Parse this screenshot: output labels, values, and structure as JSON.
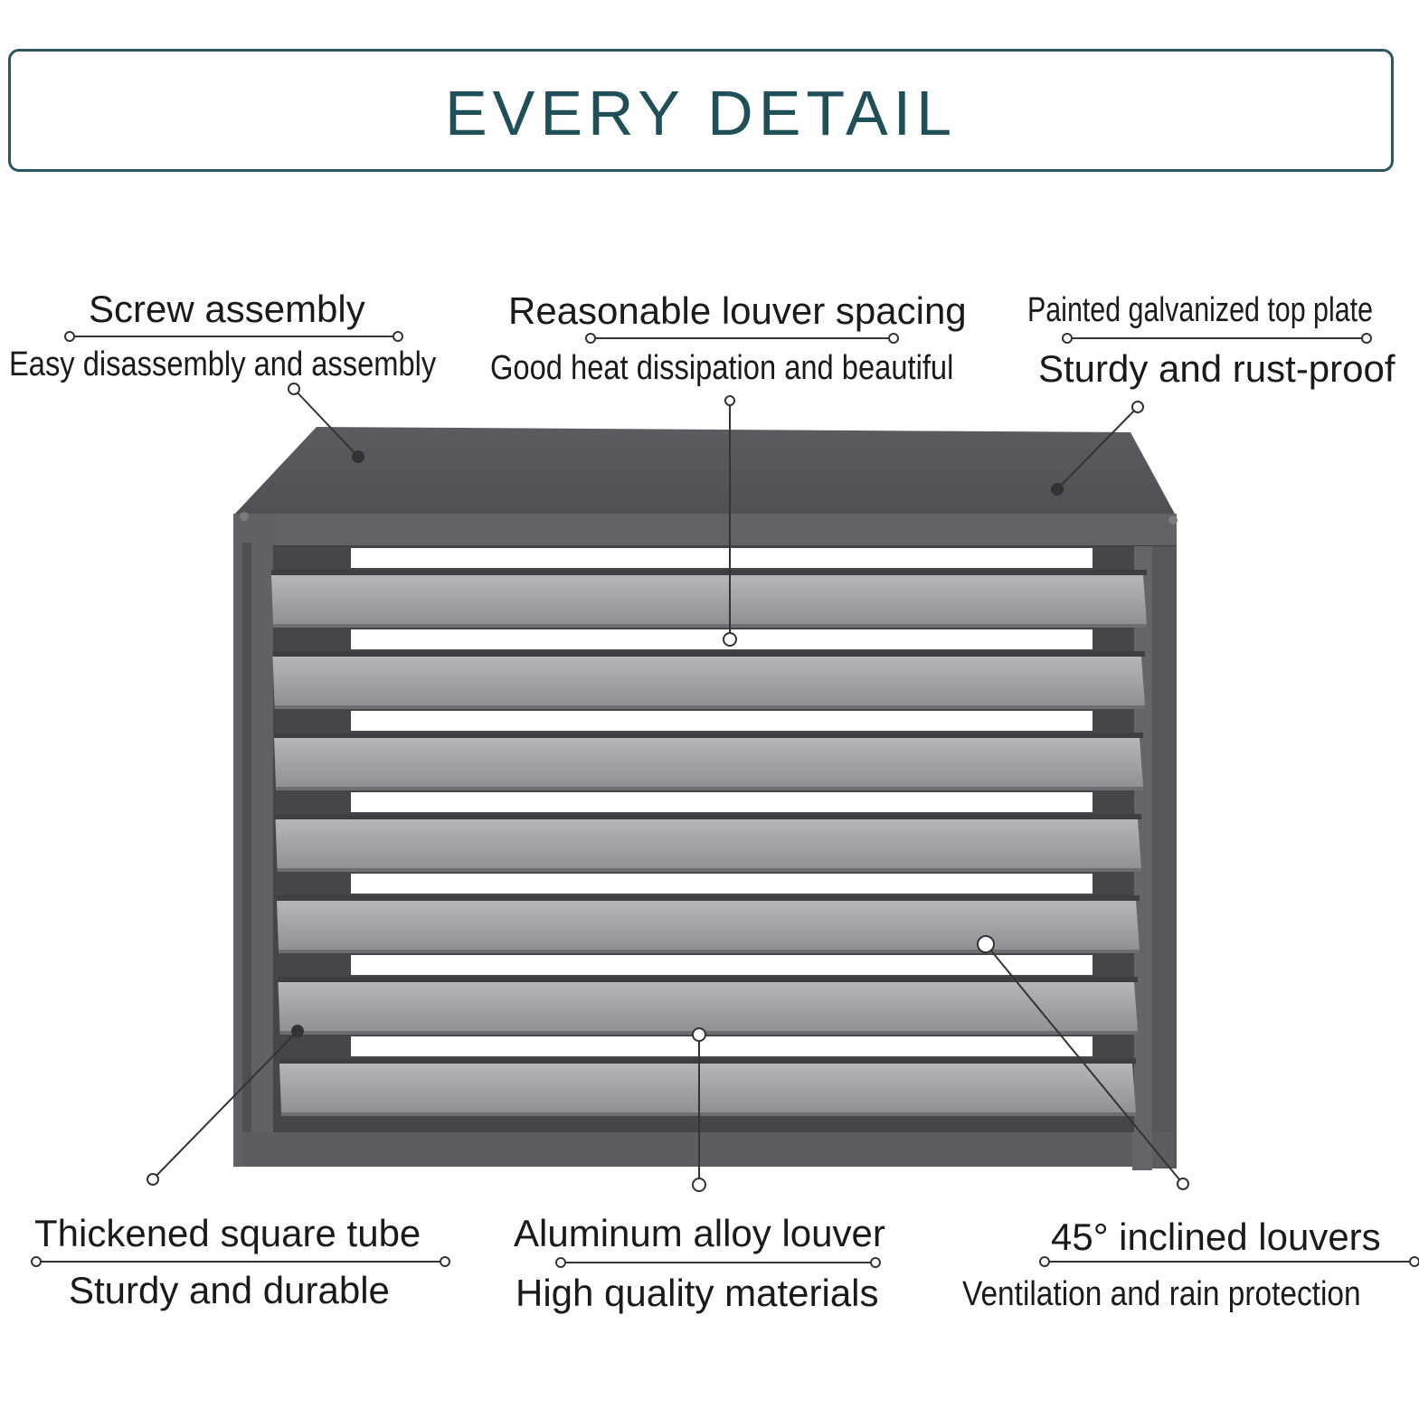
{
  "header": {
    "title": "EVERY DETAIL"
  },
  "callouts": {
    "screw": {
      "title": "Screw assembly",
      "subtitle": "Easy disassembly and assembly"
    },
    "spacing": {
      "title": "Reasonable louver spacing",
      "subtitle": "Good heat dissipation and beautiful"
    },
    "top_plate": {
      "title": "Painted galvanized top plate",
      "subtitle": "Sturdy and rust-proof"
    },
    "tube": {
      "title": "Thickened square tube",
      "subtitle": "Sturdy and durable"
    },
    "aluminum": {
      "title": "Aluminum alloy louver",
      "subtitle": "High quality materials"
    },
    "inclined": {
      "title": "45° inclined louvers",
      "subtitle": "Ventilation and rain protection"
    }
  },
  "colors": {
    "accent": "#2b5560",
    "frame": "#5e5f63",
    "top": "#58595c",
    "louver": "#9fa1a6",
    "louver_shadow": "#6d6e72"
  }
}
